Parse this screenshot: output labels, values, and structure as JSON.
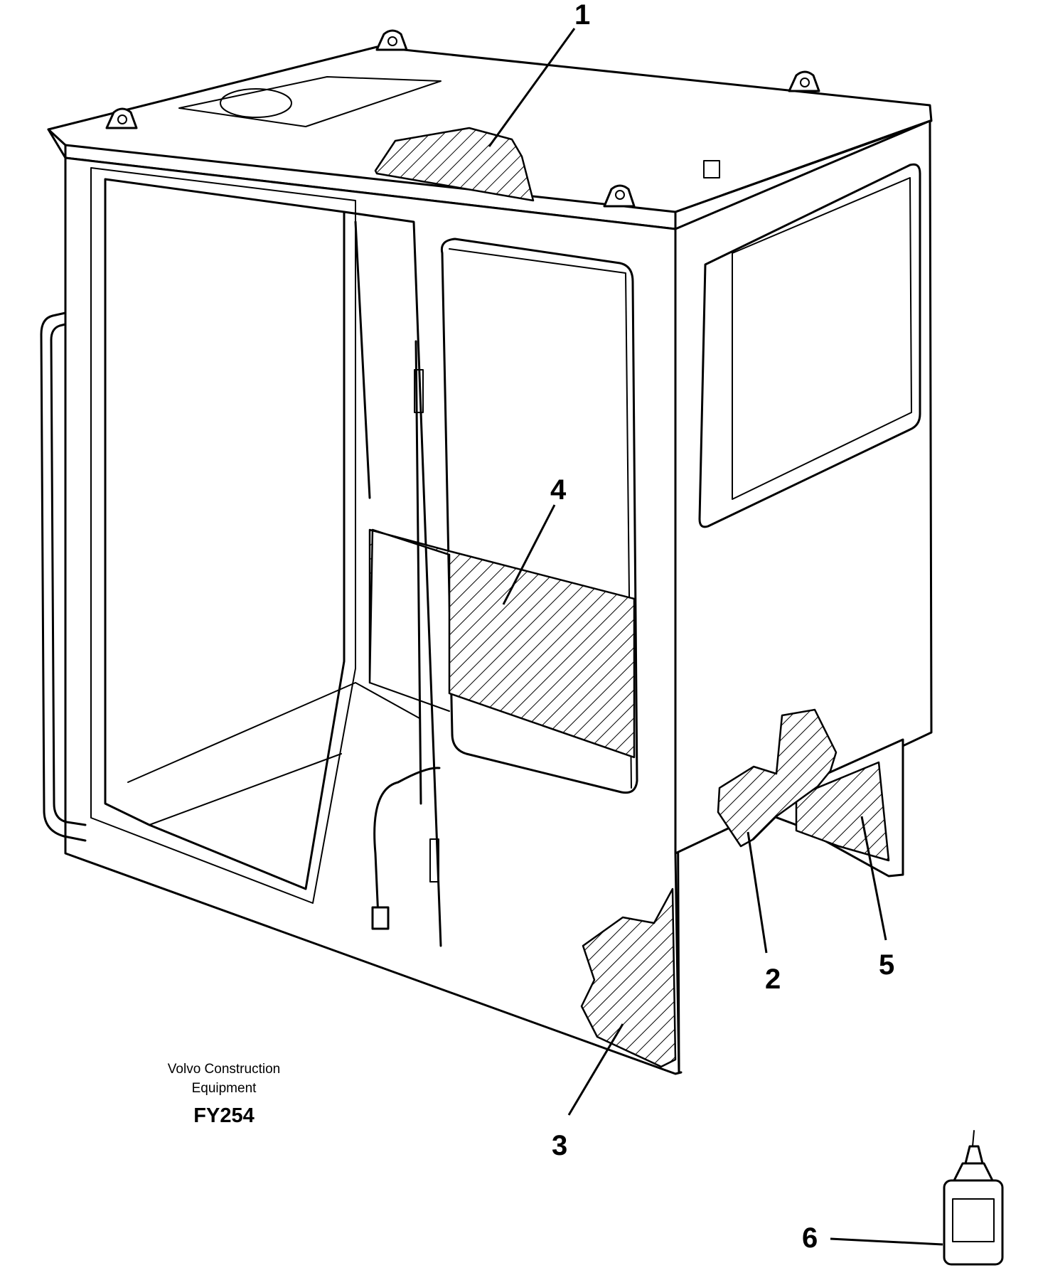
{
  "diagram": {
    "callouts": [
      {
        "id": "1",
        "label": "1"
      },
      {
        "id": "2",
        "label": "2"
      },
      {
        "id": "3",
        "label": "3"
      },
      {
        "id": "4",
        "label": "4"
      },
      {
        "id": "5",
        "label": "5"
      },
      {
        "id": "6",
        "label": "6"
      }
    ],
    "caption": {
      "line1": "Volvo Construction",
      "line2": "Equipment",
      "code": "FY254"
    }
  }
}
